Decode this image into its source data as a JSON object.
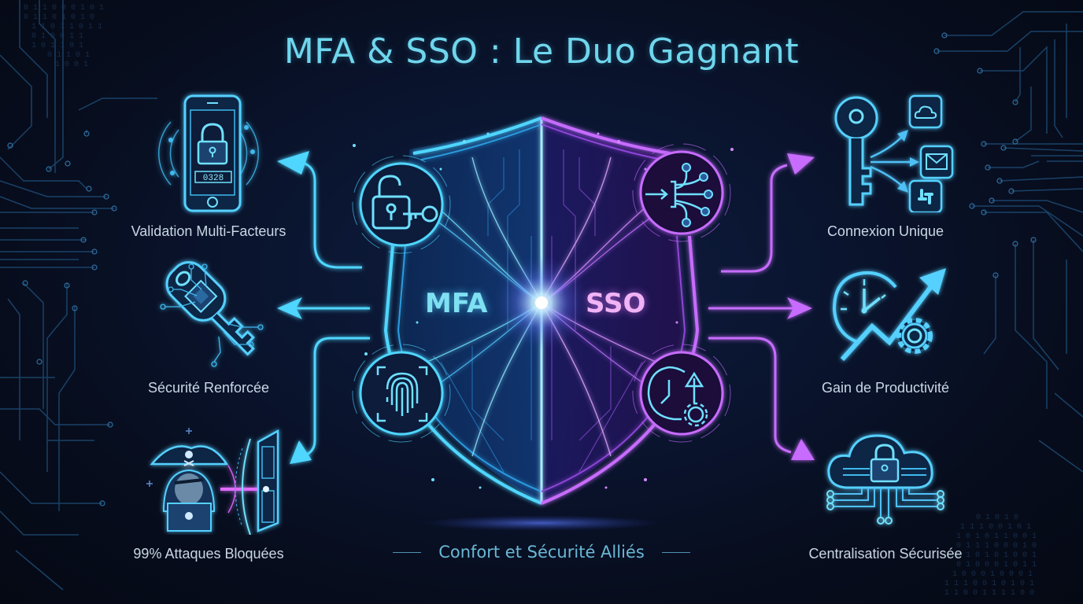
{
  "title": "MFA & SSO : Le Duo Gagnant",
  "center": {
    "left_label": "MFA",
    "right_label": "SSO",
    "left_color": "#7fe0f2",
    "right_color": "#f0b3f5"
  },
  "left_features": [
    {
      "label": "Validation Multi-Facteurs",
      "icon": "phone-lock-icon",
      "code": "0328"
    },
    {
      "label": "Sécurité Renforcée",
      "icon": "chip-key-icon"
    },
    {
      "label": "99% Attaques Bloquées",
      "icon": "hacker-blocked-door-icon"
    }
  ],
  "right_features": [
    {
      "label": "Connexion Unique",
      "icon": "key-to-apps-icon"
    },
    {
      "label": "Gain de Productivité",
      "icon": "clock-growth-gear-icon"
    },
    {
      "label": "Centralisation Sécurisée",
      "icon": "cloud-lock-icon"
    }
  ],
  "shield_icons": {
    "top_left": "padlock-key-icon",
    "bottom_left": "fingerprint-icon",
    "top_right": "network-login-icon",
    "bottom_right": "clock-arrow-gear-icon"
  },
  "footer": "Confort et Sécurité Alliés",
  "colors": {
    "background": "#070d1d",
    "cyan": "#3fc8f0",
    "purple": "#b35cf0",
    "title": "#6fd6ec",
    "label": "#c9d7e6"
  }
}
